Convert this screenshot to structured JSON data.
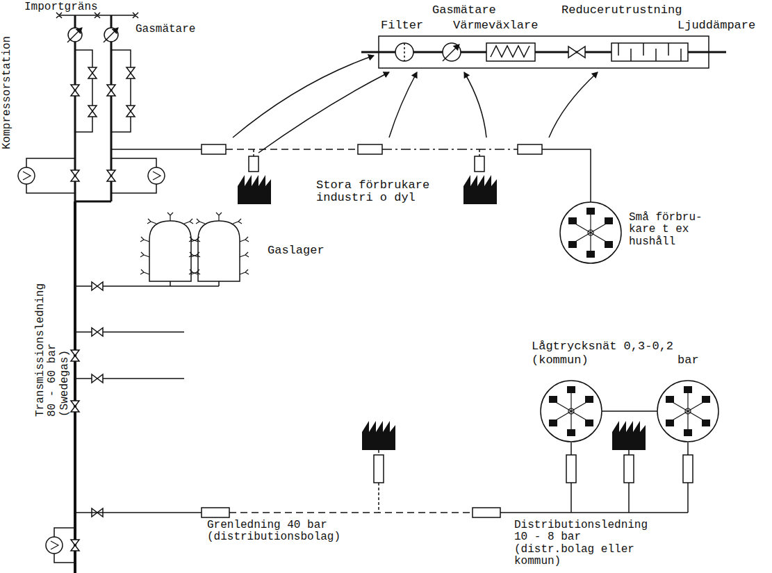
{
  "diagram": {
    "labels": [
      "Importgräns",
      "Gasmätare",
      "Kompressorstation",
      "Gasmätare",
      "Reducerutrustning",
      "Filter",
      "Värmeväxlare",
      "Ljuddämpare",
      "Stora förbrukare industri o dyl",
      "Små förbru- kare t ex hushåll",
      "Gaslager",
      "Lågtrycksnät 0,3-0,2",
      "bar",
      "(kommun)",
      "Transmissionsledning 80 - 60 bar (Swedegas)",
      "Grenledning 40 bar (distributionsbolag)",
      "Distributionsledning 10 - 8 bar (distr.bolag eller kommun)"
    ]
  }
}
